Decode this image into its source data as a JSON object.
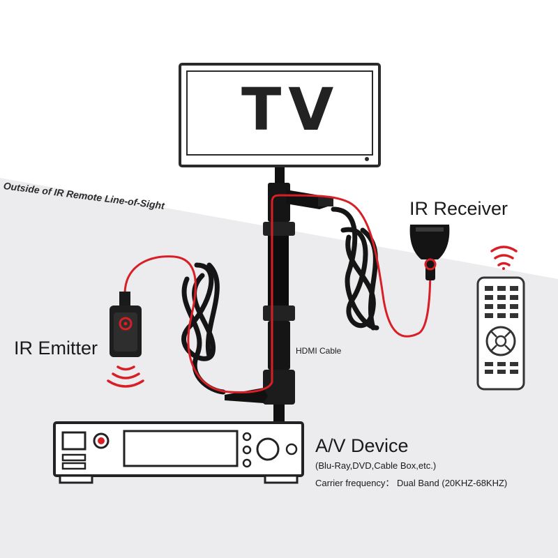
{
  "diagram": {
    "tv_label": "TV",
    "sight_label": "Outside of IR Remote Line-of-Sight",
    "ir_receiver_label": "IR Receiver",
    "ir_emitter_label": "IR Emitter",
    "hdmi_label": "HDMI Cable",
    "av_device_label": "A/V Device",
    "av_device_examples": "(Blu-Ray,DVD,Cable Box,etc.)",
    "carrier_frequency": "Carrier frequency： Dual Band (20KHZ-68KHZ)"
  },
  "colors": {
    "cable_red": "#d81f26",
    "cable_black": "#1a1a1a",
    "outline": "#222222",
    "shade": "#e9e9ec"
  },
  "icons": [
    "tv-icon",
    "ir-receiver-icon",
    "ir-emitter-icon",
    "remote-control-icon",
    "av-device-icon",
    "hdmi-cable-icon",
    "signal-wave-icon"
  ]
}
